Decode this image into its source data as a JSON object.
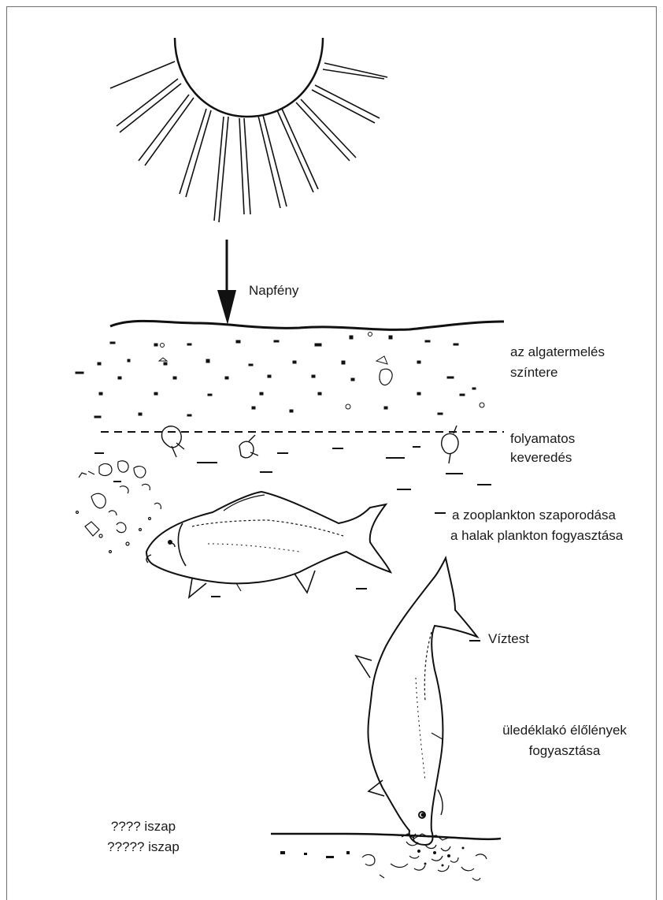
{
  "labels": {
    "sunlight": "Napfény",
    "algae_zone_1": "az algatermelés",
    "algae_zone_2": "színtere",
    "mixing_1": "folyamatos",
    "mixing_2": "keveredés",
    "zooplankton_1": "a zooplankton szaporodása",
    "zooplankton_2": "a halak plankton fogyasztása",
    "water_body": "Víztest",
    "benthic_1": "üledéklakó élőlények",
    "benthic_2": "fogyasztása",
    "mud_1": "???? iszap",
    "mud_2": "????? iszap"
  },
  "colors": {
    "ink": "#111111",
    "frame": "#6f6f6f",
    "background": "#ffffff"
  },
  "icons": [
    "sun-icon",
    "arrow-down-icon",
    "carp-fish-icon",
    "diving-fish-icon"
  ]
}
